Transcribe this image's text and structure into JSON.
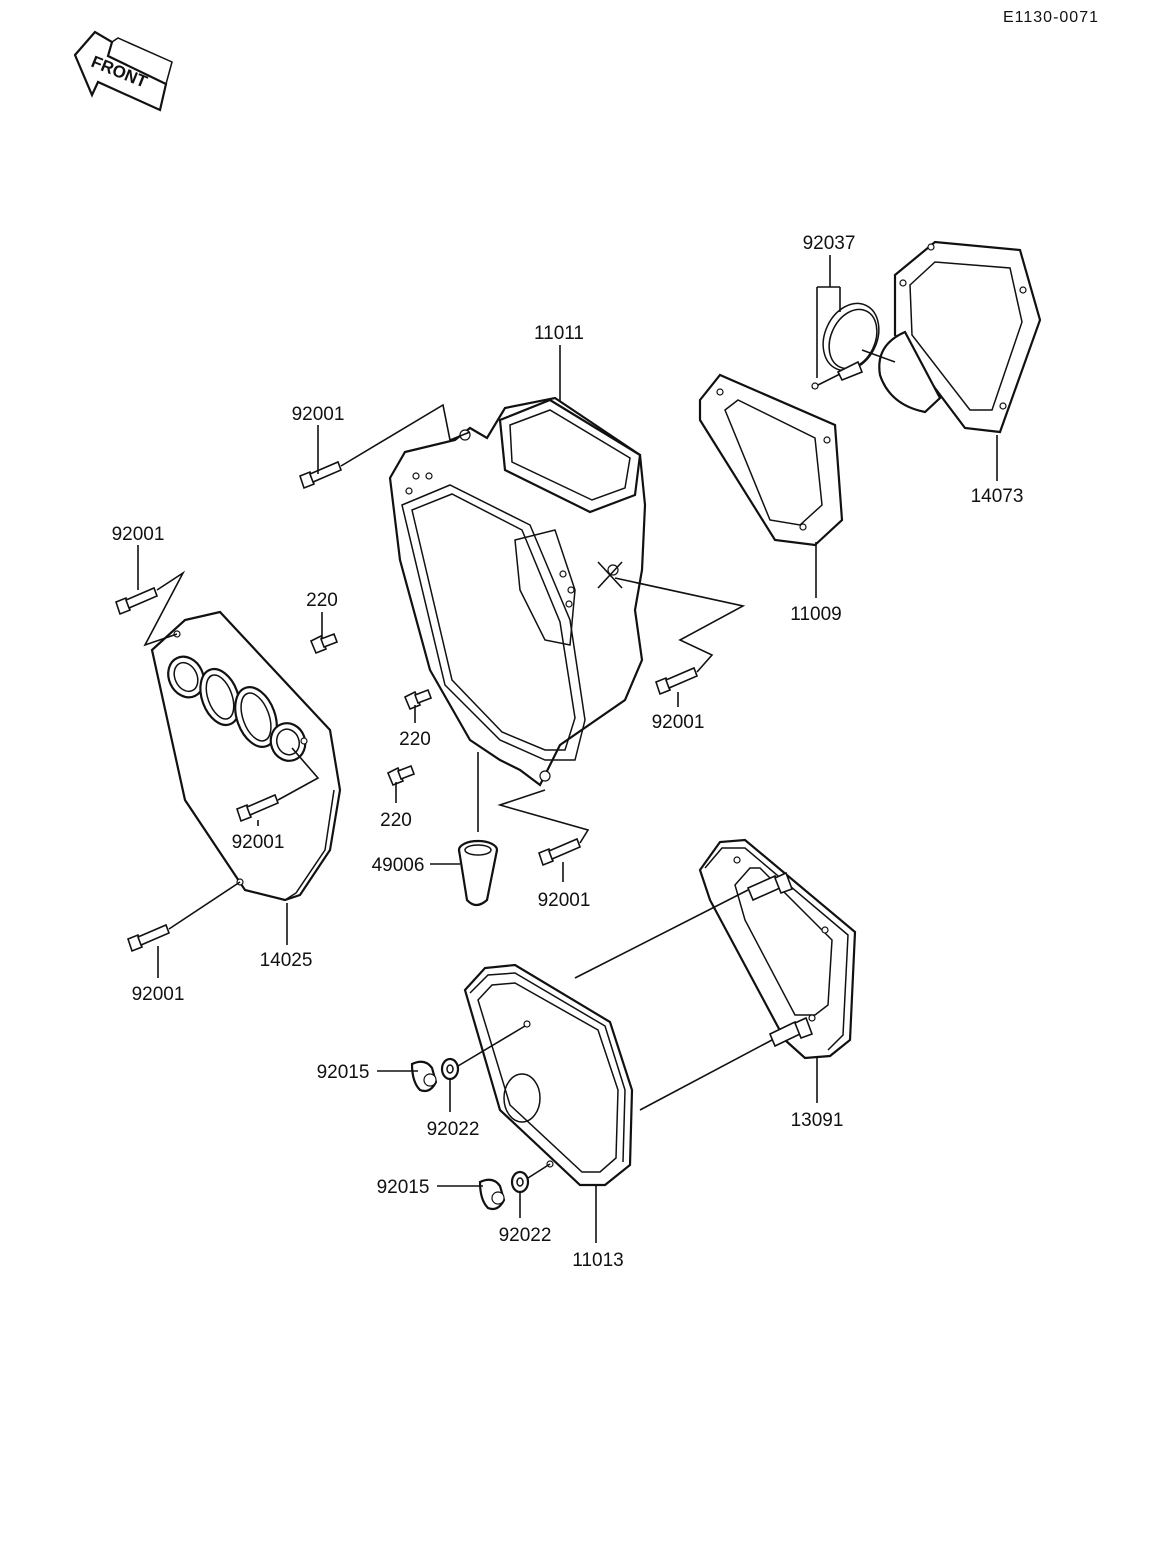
{
  "diagram_code": "E1130-0071",
  "front_arrow_label": "FRONT",
  "colors": {
    "ink": "#111111",
    "paper": "#ffffff"
  },
  "labels": [
    {
      "id": "p92037",
      "text": "92037"
    },
    {
      "id": "p11011",
      "text": "11011"
    },
    {
      "id": "p14073",
      "text": "14073"
    },
    {
      "id": "p92001_a",
      "text": "92001"
    },
    {
      "id": "p92001_b",
      "text": "92001"
    },
    {
      "id": "p220_a",
      "text": "220"
    },
    {
      "id": "p11009",
      "text": "11009"
    },
    {
      "id": "p220_b",
      "text": "220"
    },
    {
      "id": "p92001_c",
      "text": "92001"
    },
    {
      "id": "p220_c",
      "text": "220"
    },
    {
      "id": "p92001_d",
      "text": "92001"
    },
    {
      "id": "p49006",
      "text": "49006"
    },
    {
      "id": "p92001_e",
      "text": "92001"
    },
    {
      "id": "p14025",
      "text": "14025"
    },
    {
      "id": "p92001_f",
      "text": "92001"
    },
    {
      "id": "p92015_a",
      "text": "92015"
    },
    {
      "id": "p92022_a",
      "text": "92022"
    },
    {
      "id": "p13091",
      "text": "13091"
    },
    {
      "id": "p92015_b",
      "text": "92015"
    },
    {
      "id": "p92022_b",
      "text": "92022"
    },
    {
      "id": "p11013",
      "text": "11013"
    }
  ]
}
